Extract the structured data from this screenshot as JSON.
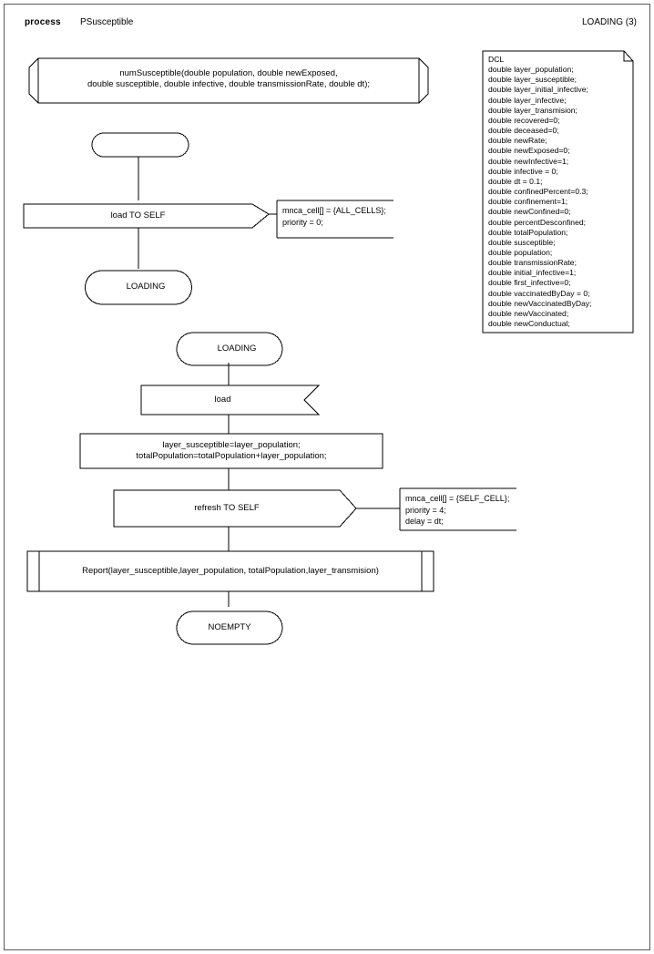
{
  "header": {
    "keyword": "process",
    "process_name": "PSusceptible",
    "state_ref": "LOADING (3)"
  },
  "diagram": {
    "procedure_signature": "numSusceptible(double population, double newExposed,\ndouble susceptible, double infective, double transmissionRate, double dt);",
    "start_state_label": "",
    "send_load_to_self": "load TO SELF",
    "comment_load": "mnca_cell[] = {ALL_CELLS};\npriority = 0;",
    "state_loading_1": "LOADING",
    "state_loading_2": "LOADING",
    "input_load": "load",
    "task_assignments": "layer_susceptible=layer_population;\ntotalPopulation=totalPopulation+layer_population;",
    "send_refresh_to_self": "refresh TO SELF",
    "comment_refresh": "mnca_cell[] = {SELF_CELL};\npriority = 4;\ndelay = dt;",
    "procedure_call_report": "Report(layer_susceptible,layer_population, totalPopulation,layer_transmision)",
    "state_noempty": "NOEMPTY"
  },
  "declaration_note": {
    "title": "DCL",
    "lines": "DCL\ndouble layer_population;\ndouble layer_susceptible;\ndouble layer_initial_infective;\ndouble layer_infective;\ndouble layer_transmision;\ndouble recovered=0;\ndouble deceased=0;\ndouble newRate;\ndouble newExposed=0;\ndouble newInfective=1;\ndouble infective = 0;\ndouble dt = 0.1;\ndouble confinedPercent=0.3;\ndouble confinement=1;\ndouble newConfined=0;\ndouble percentDesconfined;\ndouble totalPopulation;\ndouble susceptible;\ndouble population;\ndouble transmissionRate;\ndouble initial_infective=1;\ndouble first_infective=0;\ndouble vaccinatedByDay = 0;\ndouble newVaccinatedByDay;\ndouble newVaccinated;\ndouble newConductual;"
  },
  "colors": {
    "stroke": "#000000",
    "page_border": "#5a5a60",
    "background": "#ffffff"
  }
}
